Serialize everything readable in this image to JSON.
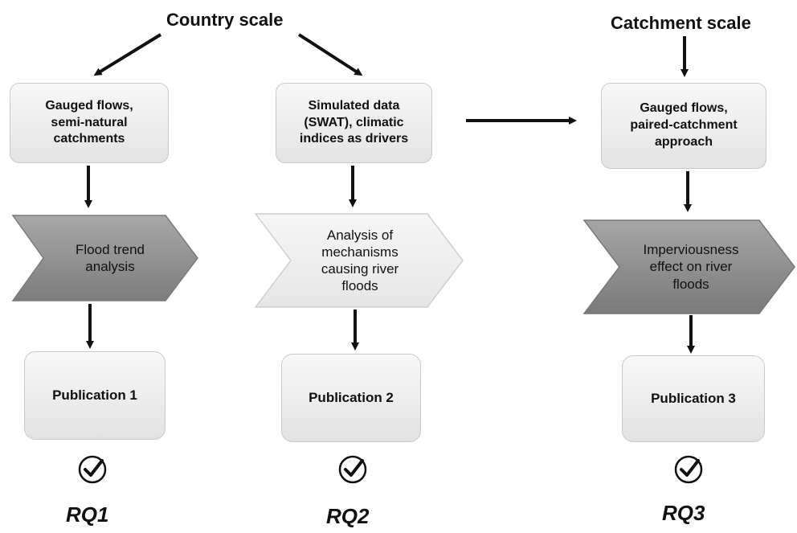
{
  "titles": {
    "country": "Country scale",
    "catchment": "Catchment scale"
  },
  "columns": [
    {
      "input": "Gauged flows,\nsemi-natural\ncatchments",
      "analysis": "Flood trend\nanalysis",
      "publication": "Publication 1",
      "rq": "RQ1"
    },
    {
      "input": "Simulated data\n(SWAT), climatic\nindices as drivers",
      "analysis": "Analysis of\nmechanisms\ncausing river\nfloods",
      "publication": "Publication 2",
      "rq": "RQ2"
    },
    {
      "input": "Gauged flows,\npaired-catchment\napproach",
      "analysis": "Imperviousness\neffect on river\nfloods",
      "publication": "Publication 3",
      "rq": "RQ3"
    }
  ],
  "icons": {
    "check": "check-circle-icon"
  },
  "colors": {
    "chevron_dark": "#8c8c8c",
    "chevron_light": "#f1f1f1",
    "box_fill": "#ececec",
    "arrow": "#111111"
  }
}
